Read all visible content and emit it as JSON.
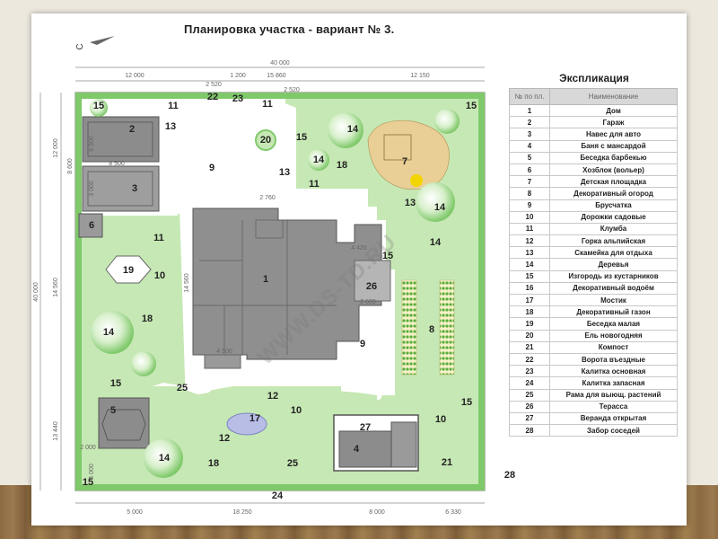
{
  "title": "Планировка участка   -   вариант  № 3.",
  "north_label": "С",
  "watermark": "WWW.DS-TD.RU",
  "dimensions": {
    "top_total": "40 000",
    "top_12000": "12 000",
    "top_2520a": "2 520",
    "top_1200": "1 200",
    "top_15860": "15 860",
    "top_2520b": "2 520",
    "top_12150": "12 150",
    "left_total": "40 000",
    "left_12000": "12 000",
    "left_14560": "14 560",
    "left_13440": "13 440",
    "bottom_5000": "5 000",
    "bottom_18250": "18 250",
    "bottom_8000": "8 000",
    "bottom_6330": "6 330",
    "garage_6500": "6 500",
    "garage_8500": "8 500",
    "garage_3000": "3 000",
    "left_8600": "8 600",
    "path_2760": "2 760",
    "house_14560": "14 560",
    "house_4420": "4 420",
    "house_4500": "4 500",
    "house_2600": "2 600",
    "bath_2000": "2 000",
    "bath_4000": "4 000"
  },
  "explication": {
    "title": "Экспликация",
    "col_num": "№ по пл.",
    "col_name": "Наименование",
    "rows": [
      {
        "n": "1",
        "name": "Дом"
      },
      {
        "n": "2",
        "name": "Гараж"
      },
      {
        "n": "3",
        "name": "Навес для авто"
      },
      {
        "n": "4",
        "name": "Баня с мансардой"
      },
      {
        "n": "5",
        "name": "Беседка барбекью"
      },
      {
        "n": "6",
        "name": "Хозблок (вольер)"
      },
      {
        "n": "7",
        "name": "Детская площадка"
      },
      {
        "n": "8",
        "name": "Декоративный огород"
      },
      {
        "n": "9",
        "name": "Брусчатка"
      },
      {
        "n": "10",
        "name": "Дорожки садовые"
      },
      {
        "n": "11",
        "name": "Клумба"
      },
      {
        "n": "12",
        "name": "Горка альпийская"
      },
      {
        "n": "13",
        "name": "Скамейка для отдыха"
      },
      {
        "n": "14",
        "name": "Деревья"
      },
      {
        "n": "15",
        "name": "Изгородь из кустарников"
      },
      {
        "n": "16",
        "name": "Декоративный водоём"
      },
      {
        "n": "17",
        "name": "Мостик"
      },
      {
        "n": "18",
        "name": "Декоративный газон"
      },
      {
        "n": "19",
        "name": "Беседка малая"
      },
      {
        "n": "20",
        "name": "Ель новогодняя"
      },
      {
        "n": "21",
        "name": "Компост"
      },
      {
        "n": "22",
        "name": "Ворота въездные"
      },
      {
        "n": "23",
        "name": "Калитка основная"
      },
      {
        "n": "24",
        "name": "Калитка запасная"
      },
      {
        "n": "25",
        "name": "Рама для выющ. растений"
      },
      {
        "n": "26",
        "name": "Терасса"
      },
      {
        "n": "27",
        "name": "Веранда открытая"
      },
      {
        "n": "28",
        "name": "Забор соседей"
      }
    ]
  },
  "callouts": {
    "c1": "1",
    "c2": "2",
    "c3": "3",
    "c4": "4",
    "c5": "5",
    "c6": "6",
    "c7": "7",
    "c8": "8",
    "c9a": "9",
    "c9b": "9",
    "c10a": "10",
    "c10b": "10",
    "c10c": "10",
    "c11a": "11",
    "c11b": "11",
    "c11c": "11",
    "c11d": "11",
    "c12a": "12",
    "c12b": "12",
    "c13a": "13",
    "c13b": "13",
    "c13c": "13",
    "c14a": "14",
    "c14b": "14",
    "c14c": "14",
    "c14d": "14",
    "c14e": "14",
    "c14f": "14",
    "c15a": "15",
    "c15b": "15",
    "c15c": "15",
    "c15d": "15",
    "c15e": "15",
    "c15f": "15",
    "c15g": "15",
    "c17": "17",
    "c18a": "18",
    "c18b": "18",
    "c18c": "18",
    "c19": "19",
    "c20": "20",
    "c21": "21",
    "c22": "22",
    "c23": "23",
    "c24": "24",
    "c25a": "25",
    "c25b": "25",
    "c26": "26",
    "c27": "27",
    "c28": "28"
  },
  "colors": {
    "lawn": "#c6e8b4",
    "lawn_dark": "#a9dc8e",
    "hedge": "#7fc96a",
    "paving": "#ffffff",
    "building": "#8c8c8c",
    "roof_line": "#555555",
    "playground": "#e9cf95",
    "pond": "#b8bde6"
  }
}
